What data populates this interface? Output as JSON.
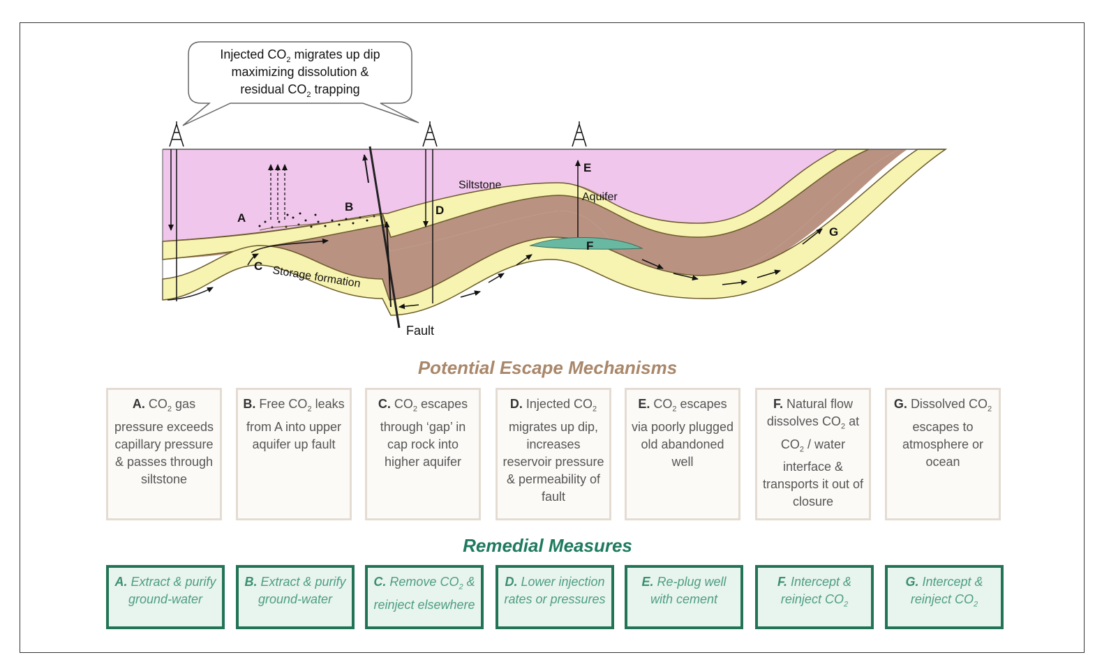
{
  "callout": {
    "line1a": "Injected CO",
    "line1b": " migrates up dip",
    "line2": "maximizing dissolution &",
    "line3a": "residual CO",
    "line3b": " trapping",
    "sub": "2"
  },
  "labels": {
    "siltstone": "Siltstone",
    "aquifer": "Aquifer",
    "storage_formation": "Storage formation",
    "fault": "Fault",
    "A": "A",
    "B": "B",
    "C": "C",
    "D": "D",
    "E": "E",
    "F": "F",
    "G": "G"
  },
  "escape_title": "Potential Escape Mechanisms",
  "escape_items": [
    {
      "letter": "A.",
      "parts": [
        "CO",
        "2",
        " gas pressure exceeds capillary pressure & passes through siltstone"
      ]
    },
    {
      "letter": "B.",
      "parts": [
        "Free CO",
        "2",
        " leaks from A into upper aquifer up fault"
      ]
    },
    {
      "letter": "C.",
      "parts": [
        "CO",
        "2",
        " escapes through ‘gap’ in cap rock into higher aquifer"
      ]
    },
    {
      "letter": "D.",
      "parts": [
        "Injected CO",
        "2",
        " migrates up dip, increases reservoir pressure & permeability of fault"
      ]
    },
    {
      "letter": "E.",
      "parts": [
        "CO",
        "2",
        " escapes via poorly plugged old abandoned well"
      ]
    },
    {
      "letter": "F.",
      "parts": [
        "Natural flow dissolves CO",
        "2",
        " at CO",
        "2",
        " / water interface & transports it out of closure"
      ]
    },
    {
      "letter": "G.",
      "parts": [
        "Dissolved CO",
        "2",
        " escapes to atmosphere or ocean"
      ]
    }
  ],
  "remedial_title": "Remedial Measures",
  "remedial_items": [
    {
      "letter": "A.",
      "parts": [
        "Extract & purify ground-water"
      ]
    },
    {
      "letter": "B.",
      "parts": [
        "Extract & purify ground-water"
      ]
    },
    {
      "letter": "C.",
      "parts": [
        "Remove CO",
        "2",
        " & reinject elsewhere"
      ]
    },
    {
      "letter": "D.",
      "parts": [
        "Lower injection rates or pressures"
      ]
    },
    {
      "letter": "E.",
      "parts": [
        "Re-plug well with cement"
      ]
    },
    {
      "letter": "F.",
      "parts": [
        "Intercept & reinject CO",
        "2"
      ]
    },
    {
      "letter": "G.",
      "parts": [
        "Intercept & reinject CO",
        "2"
      ]
    }
  ],
  "colors": {
    "siltstone": "#f1c6ec",
    "aquifer": "#f7f3b0",
    "storage": "#b99282",
    "co2_pocket": "#68b8a2",
    "escape_title": "#a9876a",
    "remedial_title": "#1e7a5e",
    "remedial_border": "#237457"
  }
}
